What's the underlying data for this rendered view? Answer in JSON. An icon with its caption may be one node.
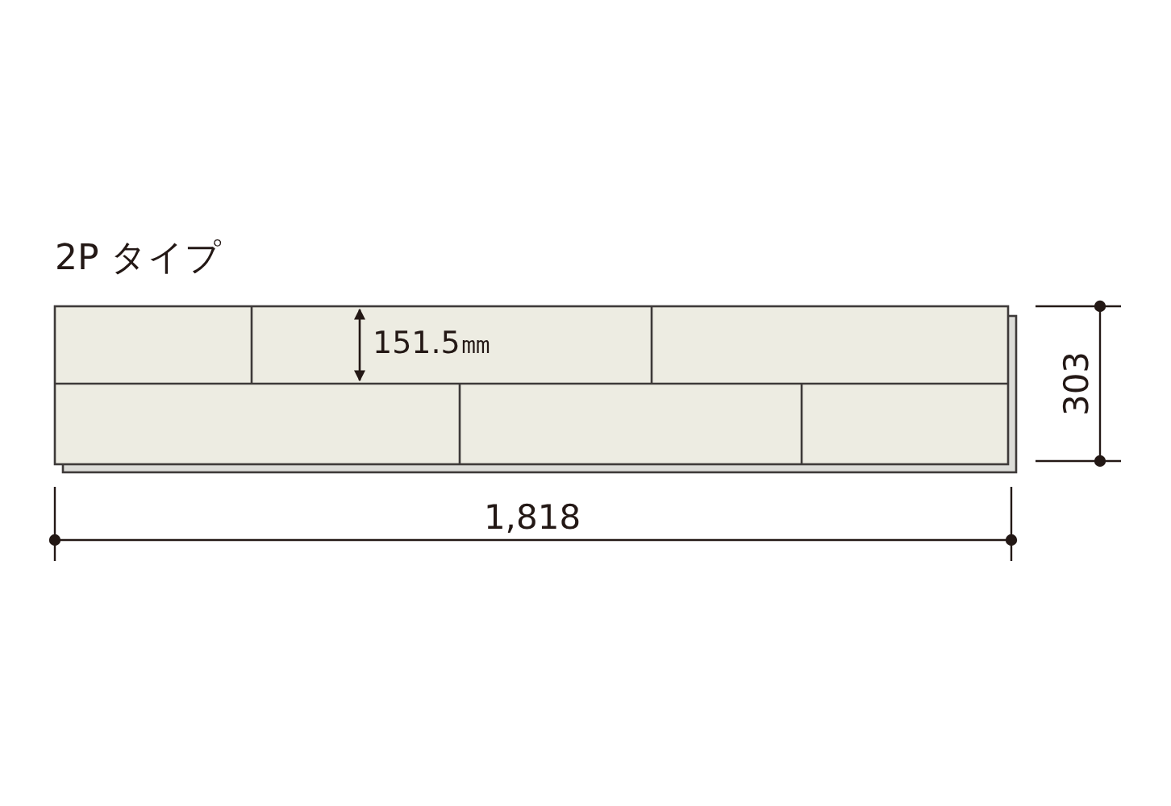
{
  "diagram": {
    "title": "2P タイプ",
    "labels": [
      "151.5㎜",
      "1,818",
      "303"
    ]
  }
}
